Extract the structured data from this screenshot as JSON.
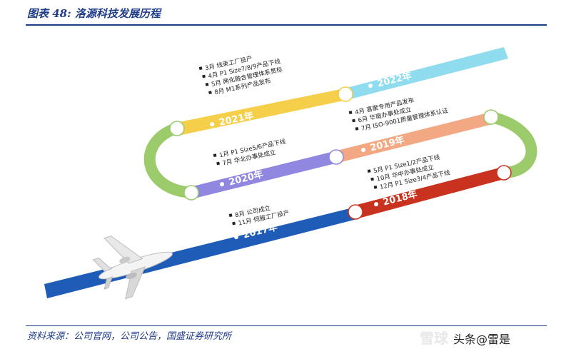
{
  "title": "图表 48: 洛源科技发展历程",
  "source": "资料来源：公司官网，公司公告，国盛证券研究所",
  "watermark": {
    "brand": "雪球",
    "sub": "头条@雷是"
  },
  "colors": {
    "y2017": "#1e5cb8",
    "y2018": "#c8321e",
    "y2019": "#f2a882",
    "y2020": "#8f87e0",
    "y2021": "#f6cf4a",
    "y2022": "#8fdcef",
    "curve": "#9ccb6c",
    "text": "#1f3c88"
  },
  "timeline": [
    {
      "year": "2017年",
      "events": [
        "8月 公司成立",
        "11月 伺服工厂投产"
      ]
    },
    {
      "year": "2018年",
      "events": [
        "5月 P1 Size1/2产品下线",
        "10月 华中办事处成立",
        "12月 P1 Size3/4产品下线"
      ]
    },
    {
      "year": "2019年",
      "events": [
        "4月 喜聚专用产品发布",
        "6月 华南办事处成立",
        "7月 ISO-9001质量管理体系认证"
      ]
    },
    {
      "year": "2020年",
      "events": [
        "1月 P1 Size5/6产品下线",
        "7月 华北办事处成立"
      ]
    },
    {
      "year": "2021年",
      "events": [
        "3月 线束工厂投产",
        "4月 P1 Size7/8/9产品下线",
        "5月 两化融合管理体系贯标",
        "8月 M1系列产品发布"
      ]
    },
    {
      "year": "2022年",
      "events": []
    }
  ]
}
